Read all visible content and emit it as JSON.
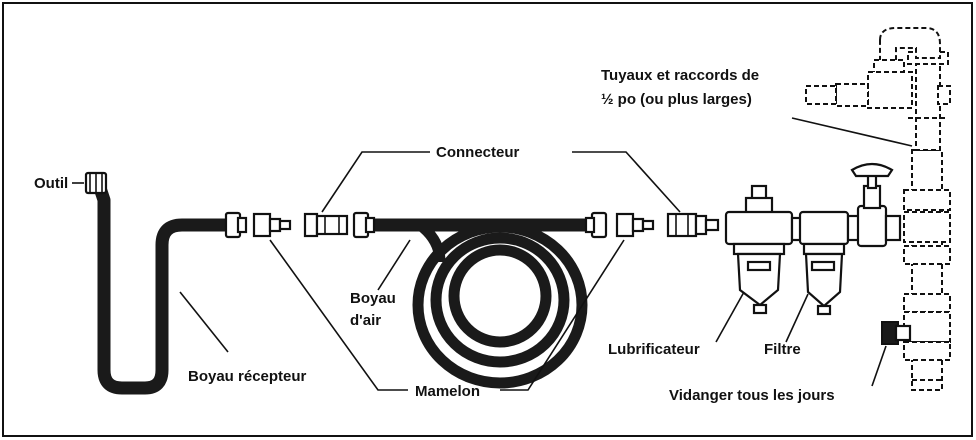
{
  "labels": {
    "tool": "Outil",
    "pipes_line1": "Tuyaux et raccords de",
    "pipes_line2": "½ po (ou plus larges)",
    "connector": "Connecteur",
    "air_hose_line1": "Boyau",
    "air_hose_line2": "d'air",
    "whip_hose": "Boyau récepteur",
    "nipple": "Mamelon",
    "lubricator": "Lubrificateur",
    "filter": "Filtre",
    "drain_daily": "Vidanger tous les jours"
  },
  "colors": {
    "ink": "#111111",
    "hose": "#1a1a1a",
    "background": "#ffffff"
  }
}
